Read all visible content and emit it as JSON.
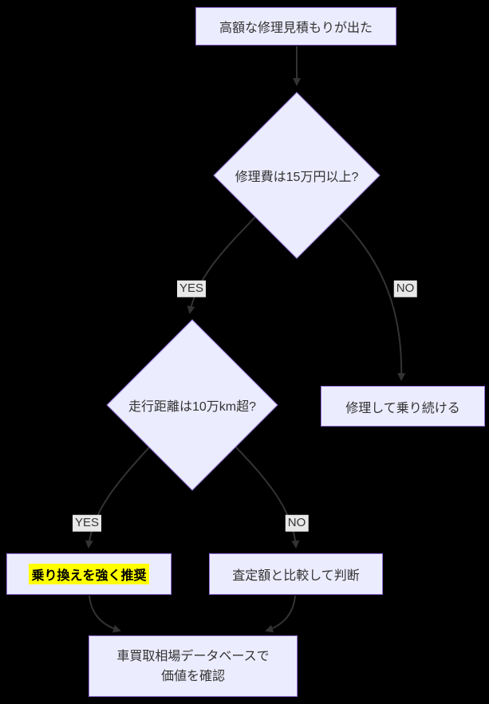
{
  "diagram": {
    "type": "flowchart",
    "colors": {
      "background": "#000000",
      "node_fill": "#ECECFF",
      "node_border": "#9370DB",
      "node_text": "#333333",
      "edge_line": "#333333",
      "edge_label_bg": "#e8e8e8",
      "edge_label_text": "#333333",
      "highlight_bg": "#ffff00",
      "highlight_text": "#000000"
    },
    "nodes": {
      "start": {
        "label": "高額な修理見積もりが出た",
        "shape": "rect"
      },
      "decision_repair_cost": {
        "label": "修理費は15万円以上?",
        "shape": "diamond"
      },
      "decision_mileage": {
        "label": "走行距離は10万km超?",
        "shape": "diamond"
      },
      "keep_repairing": {
        "label": "修理して乗り続ける",
        "shape": "rect"
      },
      "switch_recommended": {
        "label": "乗り換えを強く推奨",
        "shape": "rect",
        "highlighted": true
      },
      "compare_appraisal": {
        "label": "査定額と比較して判断",
        "shape": "rect"
      },
      "check_database": {
        "label_line1": "車買取相場データベースで",
        "label_line2": "価値を確認",
        "shape": "rect"
      }
    },
    "edge_labels": {
      "decision1_yes": "YES",
      "decision1_no": "NO",
      "decision2_yes": "YES",
      "decision2_no": "NO"
    },
    "edges": [
      {
        "from": "start",
        "to": "decision_repair_cost",
        "label": ""
      },
      {
        "from": "decision_repair_cost",
        "to": "decision_mileage",
        "label": "YES"
      },
      {
        "from": "decision_repair_cost",
        "to": "keep_repairing",
        "label": "NO"
      },
      {
        "from": "decision_mileage",
        "to": "switch_recommended",
        "label": "YES"
      },
      {
        "from": "decision_mileage",
        "to": "compare_appraisal",
        "label": "NO"
      },
      {
        "from": "switch_recommended",
        "to": "check_database",
        "label": ""
      },
      {
        "from": "compare_appraisal",
        "to": "check_database",
        "label": ""
      }
    ]
  }
}
